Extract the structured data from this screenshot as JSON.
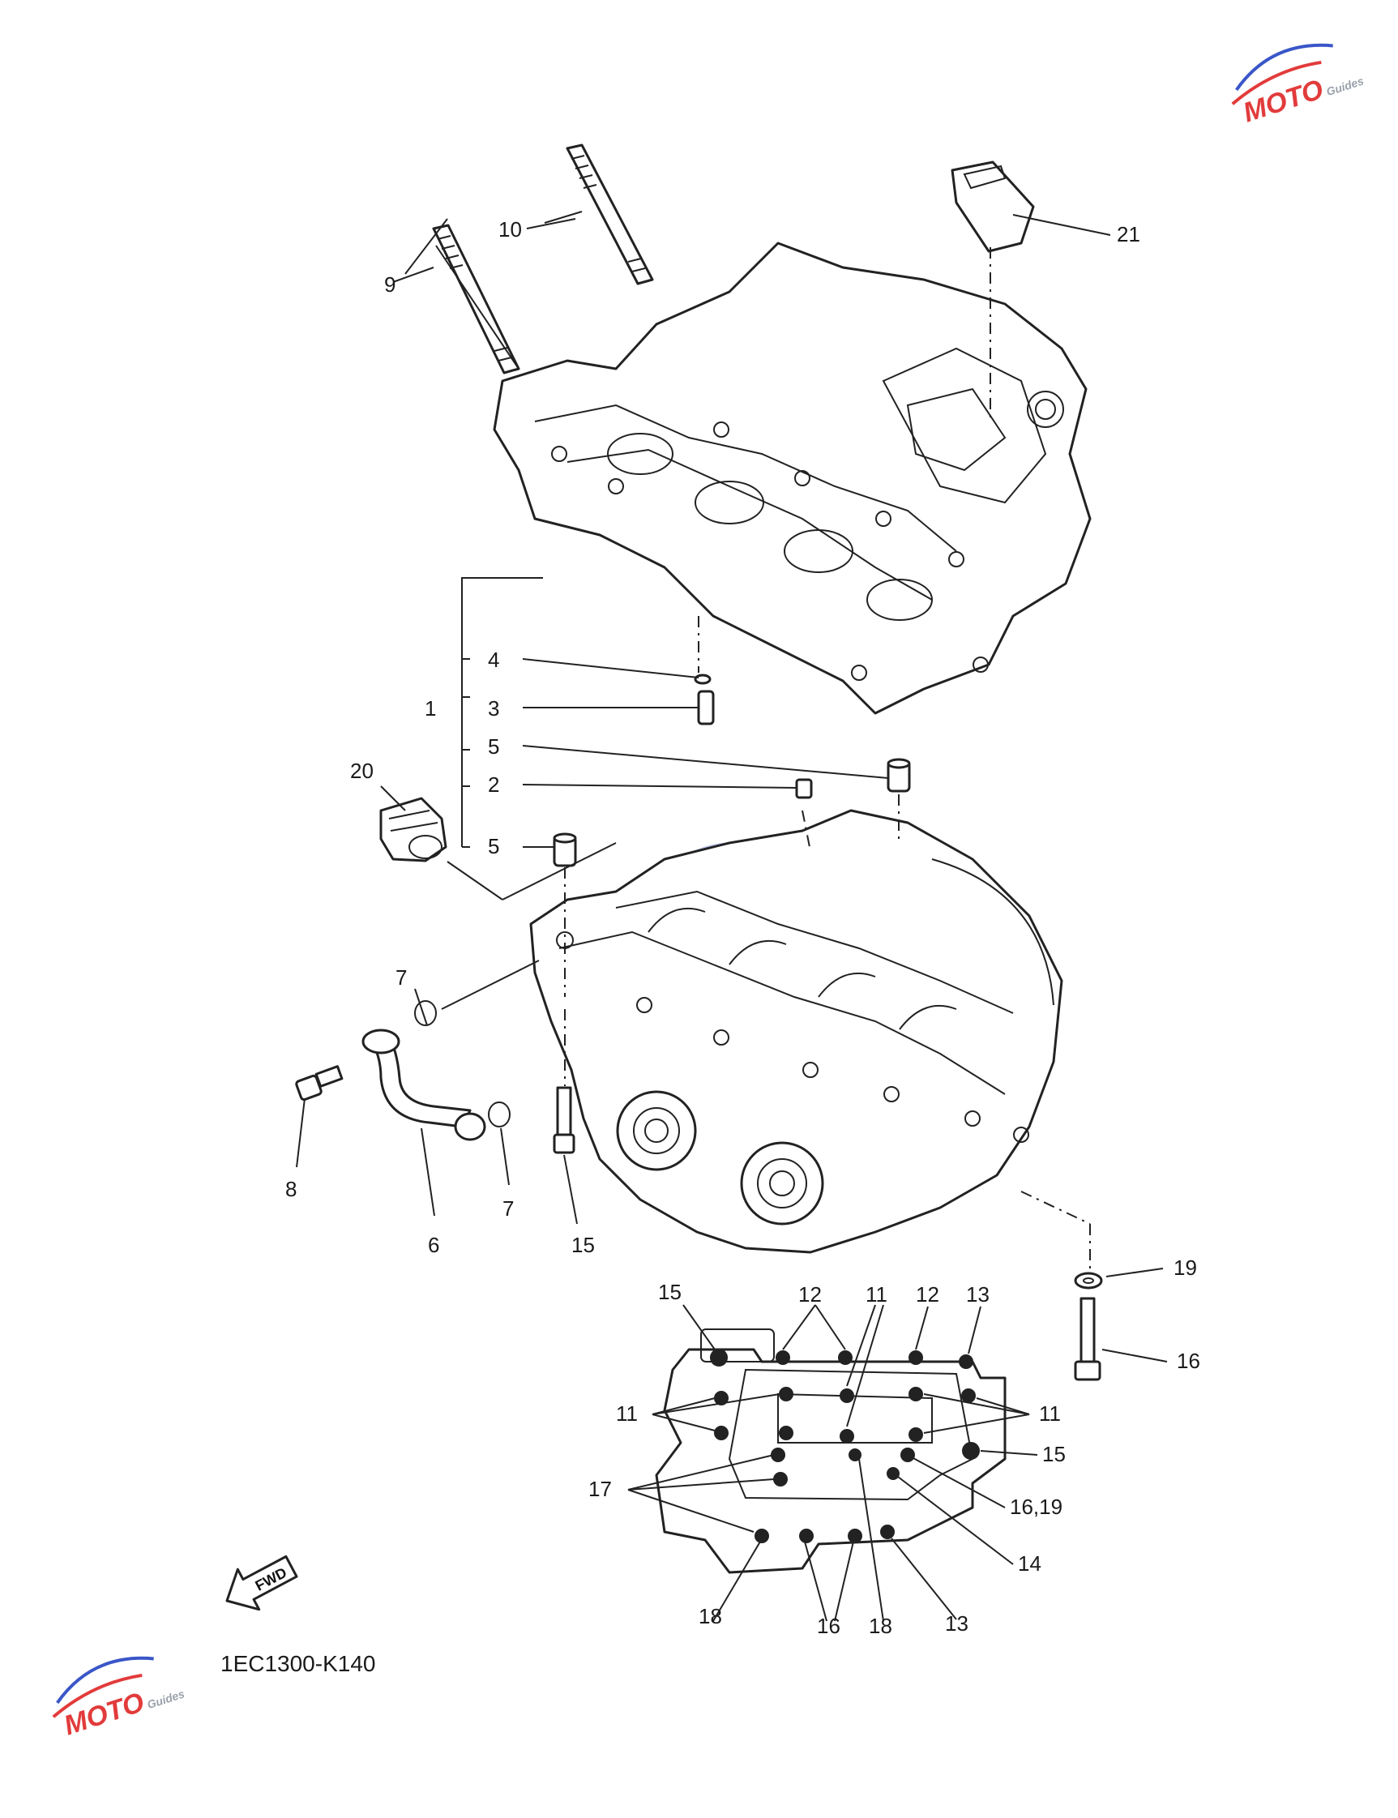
{
  "diagram": {
    "code": "1EC1300-K140",
    "fwd_label": "FWD",
    "callouts": {
      "c1": "1",
      "c2": "2",
      "c3": "3",
      "c4": "4",
      "c5a": "5",
      "c5b": "5",
      "c6": "6",
      "c7a": "7",
      "c7b": "7",
      "c8": "8",
      "c9": "9",
      "c10": "10",
      "c15a": "15",
      "c19a": "19",
      "c16a": "16",
      "c20": "20",
      "c21": "21",
      "b15a": "15",
      "b12a": "12",
      "b11a": "11",
      "b12b": "12",
      "b13a": "13",
      "b11b": "11",
      "b11c": "11",
      "b15b": "15",
      "b17": "17",
      "b1619": "16,19",
      "b14": "14",
      "b18a": "18",
      "b16": "16",
      "b18b": "18",
      "b13b": "13"
    }
  },
  "watermark": {
    "text": "MOTO",
    "subtext": "Guides",
    "colors": {
      "red": "#e23b3b",
      "blue": "#3a56c8",
      "grey": "#9aa0aa"
    }
  }
}
